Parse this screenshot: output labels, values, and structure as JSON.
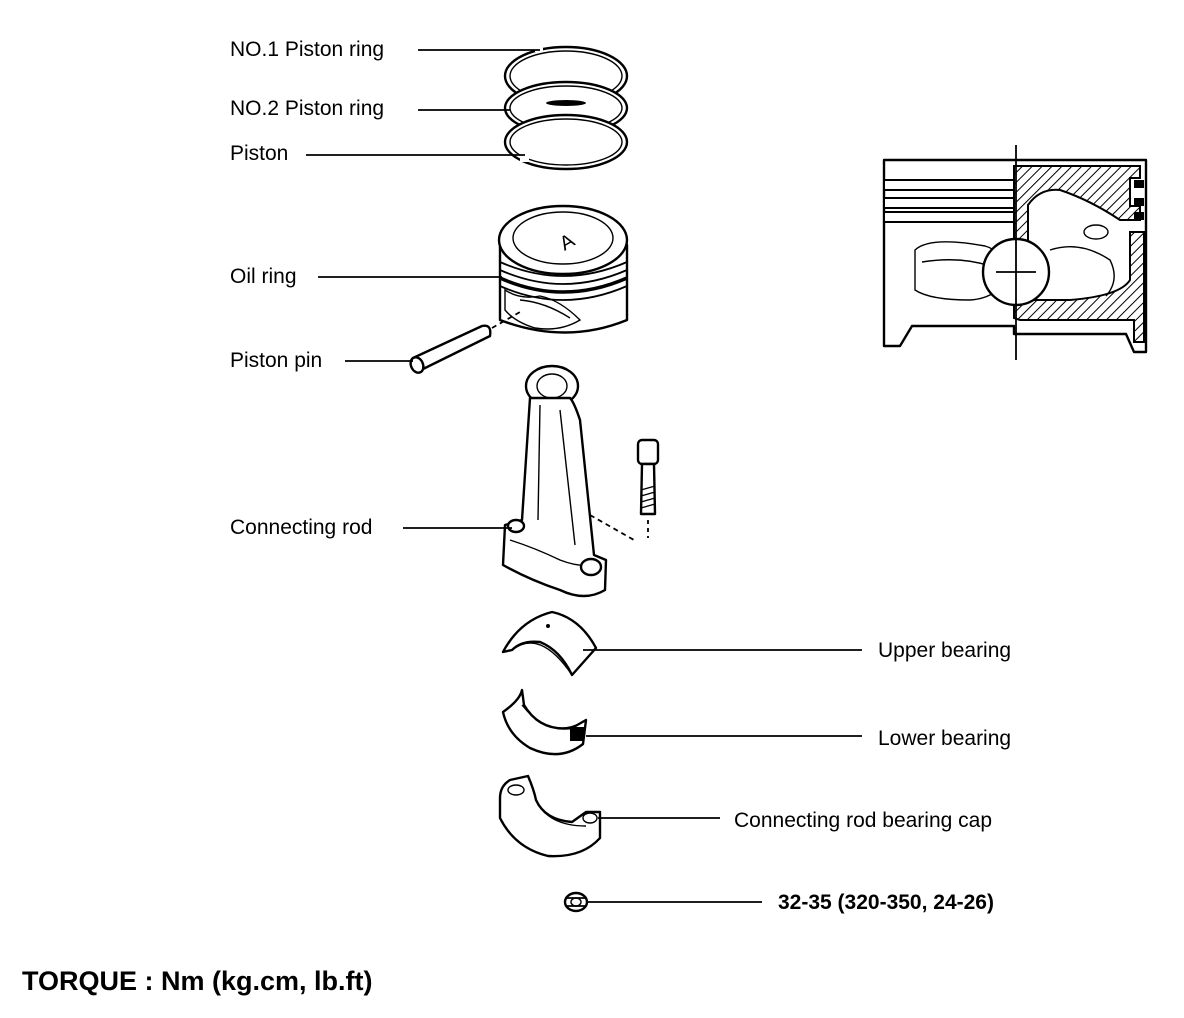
{
  "labels": {
    "ring1": "NO.1 Piston ring",
    "ring2": "NO.2 Piston ring",
    "piston": "Piston",
    "oil_ring": "Oil ring",
    "piston_pin": "Piston pin",
    "connecting_rod": "Connecting rod",
    "upper_bearing": "Upper bearing",
    "lower_bearing": "Lower bearing",
    "bearing_cap": "Connecting rod bearing cap",
    "nut_torque": "32-35 (320-350, 24-26)"
  },
  "piston_mark": "A",
  "torque_note": "TORQUE : Nm (kg.cm, lb.ft)"
}
